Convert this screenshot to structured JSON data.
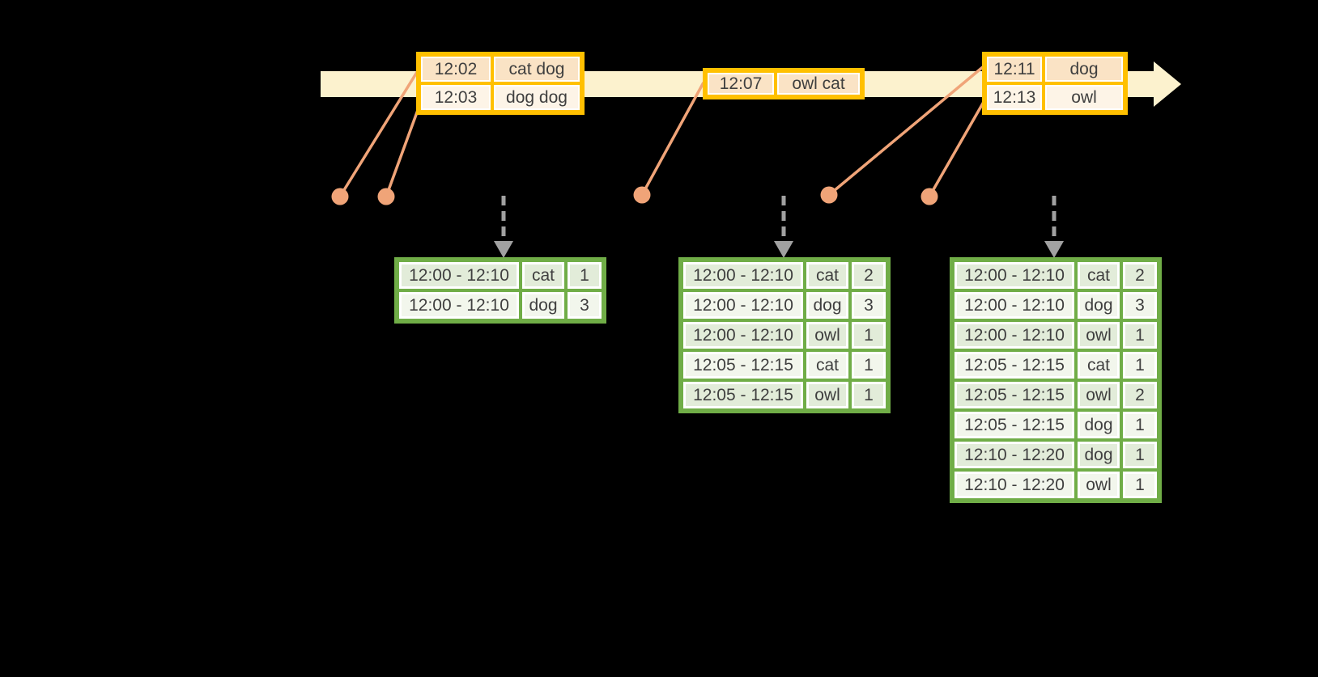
{
  "colors": {
    "background": "#000000",
    "timeline-fill": "#FCF2CE",
    "event-border": "#FFC000",
    "event-row-dark": "#FAE3C5",
    "event-row-light": "#FDF4E7",
    "connector": "#F0A478",
    "emit-arrow": "#A1A1A1",
    "result-border": "#70AD47",
    "result-row-dark": "#E2ECD9",
    "result-row-light": "#F2F6EC",
    "cell-text": "#3F3F3F",
    "cell-gap": "#FFFFFF"
  },
  "event_tables": [
    {
      "rows": [
        {
          "time": "12:02",
          "words": "cat dog"
        },
        {
          "time": "12:03",
          "words": "dog dog"
        }
      ]
    },
    {
      "rows": [
        {
          "time": "12:07",
          "words": "owl cat"
        }
      ]
    },
    {
      "rows": [
        {
          "time": "12:11",
          "words": "dog"
        },
        {
          "time": "12:13",
          "words": "owl"
        }
      ]
    }
  ],
  "result_tables": [
    {
      "rows": [
        {
          "window": "12:00 - 12:10",
          "word": "cat",
          "count": "1"
        },
        {
          "window": "12:00 - 12:10",
          "word": "dog",
          "count": "3"
        }
      ]
    },
    {
      "rows": [
        {
          "window": "12:00 - 12:10",
          "word": "cat",
          "count": "2"
        },
        {
          "window": "12:00 - 12:10",
          "word": "dog",
          "count": "3"
        },
        {
          "window": "12:00 - 12:10",
          "word": "owl",
          "count": "1"
        },
        {
          "window": "12:05 - 12:15",
          "word": "cat",
          "count": "1"
        },
        {
          "window": "12:05 - 12:15",
          "word": "owl",
          "count": "1"
        }
      ]
    },
    {
      "rows": [
        {
          "window": "12:00 - 12:10",
          "word": "cat",
          "count": "2"
        },
        {
          "window": "12:00 - 12:10",
          "word": "dog",
          "count": "3"
        },
        {
          "window": "12:00 - 12:10",
          "word": "owl",
          "count": "1"
        },
        {
          "window": "12:05 - 12:15",
          "word": "cat",
          "count": "1"
        },
        {
          "window": "12:05 - 12:15",
          "word": "owl",
          "count": "2"
        },
        {
          "window": "12:05 - 12:15",
          "word": "dog",
          "count": "1"
        },
        {
          "window": "12:10 - 12:20",
          "word": "dog",
          "count": "1"
        },
        {
          "window": "12:10 - 12:20",
          "word": "owl",
          "count": "1"
        }
      ]
    }
  ]
}
